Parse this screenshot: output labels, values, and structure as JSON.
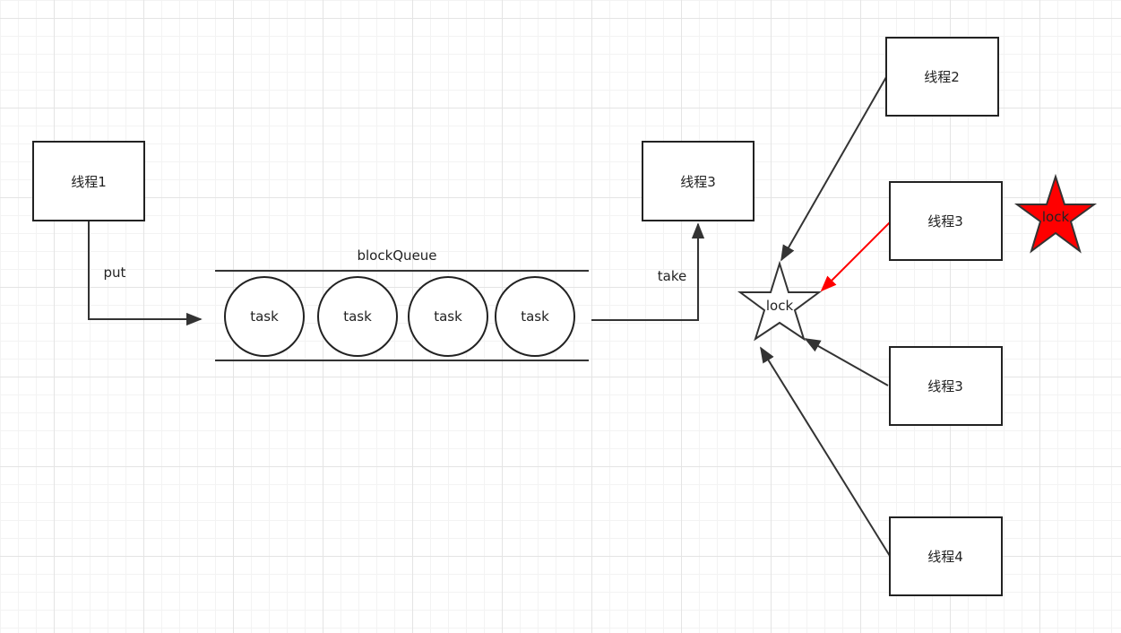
{
  "nodes": {
    "thread1": "线程1",
    "thread3_top": "线程3",
    "thread2": "线程2",
    "thread3_mid": "线程3",
    "thread3_low": "线程3",
    "thread4": "线程4"
  },
  "queue": {
    "label": "blockQueue",
    "tasks": [
      "task",
      "task",
      "task",
      "task"
    ]
  },
  "edges": {
    "put": "put",
    "take": "take"
  },
  "locks": {
    "free": "lock",
    "held": "lock"
  },
  "colors": {
    "held_lock_fill": "#ff0000",
    "contending_arrow": "#ff0000",
    "line": "#333333"
  }
}
